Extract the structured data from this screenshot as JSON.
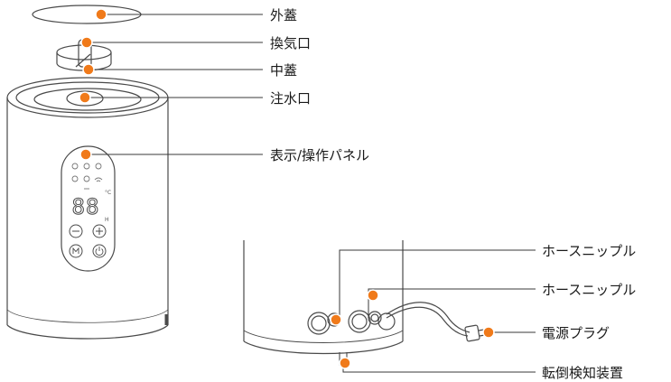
{
  "labels": {
    "outer_lid": "外蓋",
    "vent": "換気口",
    "inner_lid": "中蓋",
    "water_inlet": "注水口",
    "panel": "表示/操作パネル",
    "hose_nipple_1": "ホースニップル",
    "hose_nipple_2": "ホースニップル",
    "power_plug": "電源プラグ",
    "tilt_sensor": "転倒検知装置"
  },
  "display": {
    "digits": "88",
    "unit_c": "°C",
    "unit_h": "H"
  },
  "colors": {
    "accent": "#f07a1a",
    "line": "#3a3a3a",
    "device": "#4a4a4a"
  }
}
